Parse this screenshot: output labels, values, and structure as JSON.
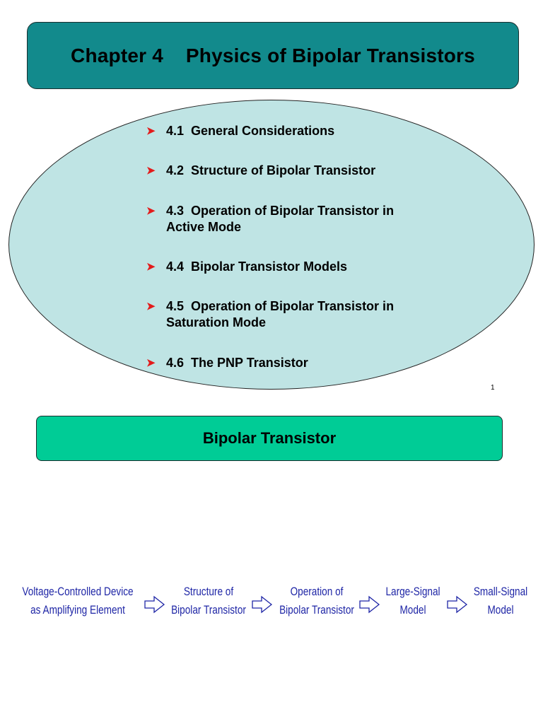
{
  "header": {
    "title": "Chapter 4    Physics of Bipolar Transistors"
  },
  "toc": {
    "bullet": "➤",
    "items": [
      {
        "label": "4.1  General Considerations"
      },
      {
        "label": "4.2  Structure of Bipolar Transistor"
      },
      {
        "label": "4.3  Operation of Bipolar Transistor in\nActive Mode"
      },
      {
        "label": "4.4  Bipolar Transistor Models"
      },
      {
        "label": "4.5  Operation of Bipolar Transistor in\nSaturation Mode"
      },
      {
        "label": "4.6  The PNP Transistor"
      }
    ]
  },
  "page_number": "1",
  "section": {
    "title": "Bipolar Transistor"
  },
  "flow": {
    "color": "#1f26a6",
    "steps": [
      {
        "line1": "Voltage-Controlled Device",
        "line2": "as Amplifying Element"
      },
      {
        "line1": "Structure of",
        "line2": "Bipolar Transistor"
      },
      {
        "line1": "Operation of",
        "line2": "Bipolar Transistor"
      },
      {
        "line1": "Large-Signal",
        "line2": "Model"
      },
      {
        "line1": "Small-Signal",
        "line2": "Model"
      }
    ]
  }
}
